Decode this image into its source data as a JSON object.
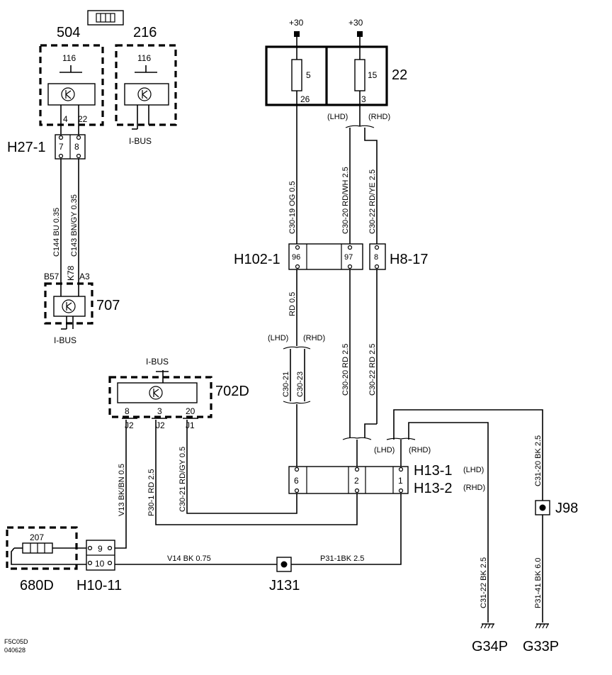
{
  "components": {
    "c504": {
      "id": "504",
      "fuse": "116",
      "pin_a": "4",
      "pin_b": "22"
    },
    "c216": {
      "id": "216",
      "fuse": "116",
      "bus": "I-BUS"
    },
    "c707": {
      "id": "707",
      "pin_a": "B57",
      "pin_b": "K78",
      "pin_c": "A3",
      "bus": "I-BUS"
    },
    "c702d": {
      "id": "702D",
      "bus": "I-BUS",
      "pin_a": "8",
      "pin_b": "3",
      "pin_c": "20",
      "conn_a": "J2",
      "conn_b": "J2",
      "conn_c": "J1"
    },
    "c680d": {
      "id": "680D",
      "inner": "207"
    },
    "c22": {
      "id": "22",
      "pwr_a": "+30",
      "pwr_b": "+30",
      "fuse_a": "5",
      "fuse_b": "15",
      "out_a": "26",
      "out_b": "3"
    }
  },
  "connectors": {
    "h27_1": {
      "id": "H27-1",
      "pin_a": "7",
      "pin_b": "8"
    },
    "h102_1": {
      "id": "H102-1",
      "pin_a": "96",
      "pin_b": "97"
    },
    "h8_17": {
      "id": "H8-17",
      "pin_a": "8"
    },
    "h13_1": {
      "id": "H13-1",
      "variant": "(LHD)"
    },
    "h13_2": {
      "id": "H13-2",
      "variant": "(RHD)"
    },
    "h13_pins": {
      "pin_a": "6",
      "pin_b": "2",
      "pin_c": "1"
    },
    "h10_11": {
      "id": "H10-11",
      "pin_a": "9",
      "pin_b": "10"
    }
  },
  "splices": {
    "j98": "J98",
    "j131": "J131"
  },
  "grounds": {
    "g34p": "G34P",
    "g33p": "G33P"
  },
  "variants": {
    "lhd": "(LHD)",
    "rhd": "(RHD)"
  },
  "wires": {
    "c144": "C144  BU  0.35",
    "c143": "C143  BN/GY  0.35",
    "c30_19": "C30-19  OG  0.5",
    "c30_20_top": "C30-20  RD/WH  2.5",
    "c30_22_top": "C30-22  RD/YE  2.5",
    "rd05": "RD  0.5",
    "c30_21": "C30-21",
    "c30_23": "C30-23",
    "c30_20_mid": "C30-20  RD   2.5",
    "c30_22_mid": "C30-22  RD   2.5",
    "c31_20": "C31-20  BK  2.5",
    "v13": "V13  BK/BN  0.5",
    "p30_1": "P30-1  RD   2.5",
    "c30_21_low": "C30-21  RD/GY  0.5",
    "v14": "V14   BK    0.75",
    "p31_1": "P31-1BK  2.5",
    "c31_22": "C31-22  BK  2.5",
    "p31_41": "P31-41  BK  6.0"
  },
  "footer": {
    "code1": "F5C05D",
    "code2": "040628"
  }
}
